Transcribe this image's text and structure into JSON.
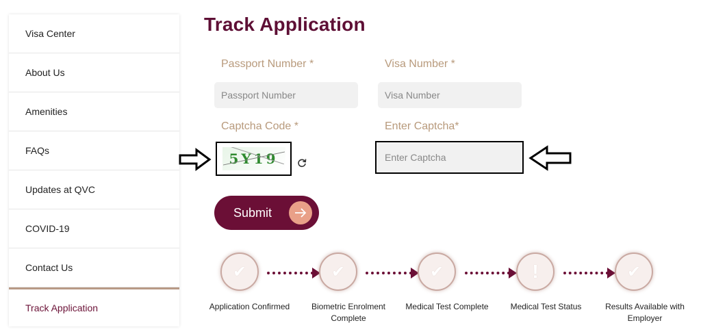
{
  "sidebar": {
    "items": [
      {
        "label": "Visa Center"
      },
      {
        "label": "About Us"
      },
      {
        "label": "Amenities"
      },
      {
        "label": "FAQs"
      },
      {
        "label": "Updates at QVC"
      },
      {
        "label": "COVID-19"
      },
      {
        "label": "Contact Us"
      },
      {
        "label": "Track Application",
        "active": true
      }
    ]
  },
  "main": {
    "title": "Track Application",
    "passport": {
      "label": "Passport Number *",
      "placeholder": "Passport Number",
      "value": ""
    },
    "visa": {
      "label": "Visa Number *",
      "placeholder": "Visa Number",
      "value": ""
    },
    "captcha": {
      "label": "Captcha Code *",
      "code_text": "5Y19",
      "refresh_icon": "refresh-icon"
    },
    "enter_captcha": {
      "label": "Enter Captcha*",
      "placeholder": "Enter Captcha",
      "value": ""
    },
    "submit": {
      "label": "Submit",
      "icon": "arrow-right-icon"
    }
  },
  "steps": [
    {
      "label": "Application Confirmed",
      "icon": "check-icon"
    },
    {
      "label": "Biometric Enrolment Complete",
      "icon": "check-icon"
    },
    {
      "label": "Medical Test Complete",
      "icon": "check-icon"
    },
    {
      "label": "Medical Test Status",
      "icon": "exclamation-icon"
    },
    {
      "label": "Results Available with Employer",
      "icon": "check-icon"
    }
  ],
  "colors": {
    "brand": "#6b0f36",
    "label": "#b89a7c",
    "accent": "#e9a088"
  }
}
